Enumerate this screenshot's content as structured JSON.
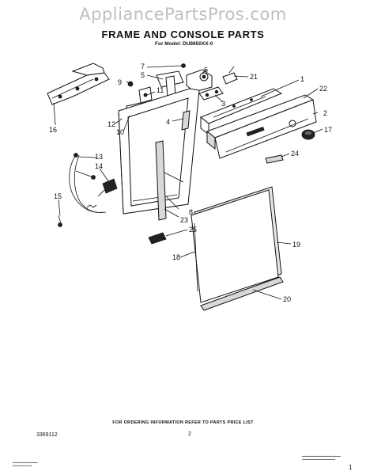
{
  "watermark": "AppliancePartsPros.com",
  "title": "FRAME AND CONSOLE PARTS",
  "model_line": "For Model: DU8850XX-0",
  "order_note": "FOR ORDERING INFORMATION REFER TO PARTS PRICE LIST",
  "doc_number": "3369112",
  "page_number": "2",
  "corner_mark": "1",
  "callouts": {
    "c1": "1",
    "c2": "2",
    "c3": "3",
    "c4": "4",
    "c5": "5",
    "c6": "6",
    "c7": "7",
    "c8": "8",
    "c9": "9",
    "c10": "10",
    "c11": "11",
    "c12": "12",
    "c13": "13",
    "c14": "14",
    "c15": "15",
    "c16": "16",
    "c17": "17",
    "c18": "18",
    "c19": "19",
    "c20": "20",
    "c21": "21",
    "c22": "22",
    "c23": "23",
    "c24": "24",
    "c25": "25"
  }
}
